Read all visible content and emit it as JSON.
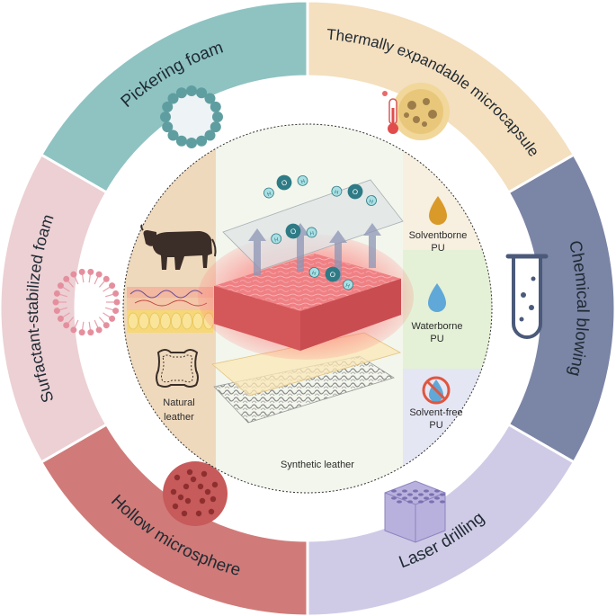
{
  "ring": {
    "segments": [
      {
        "label": "Pickering foam",
        "color": "#8ec3c2"
      },
      {
        "label": "Thermally expandable microcapsule",
        "color": "#f4dfbf"
      },
      {
        "label": "Chemical blowing",
        "color": "#7b85a6"
      },
      {
        "label": "Laser drilling",
        "color": "#cfcbe6"
      },
      {
        "label": "Hollow microsphere",
        "color": "#d07b79"
      },
      {
        "label": "Surfactant-stabilized foam",
        "color": "#ecd0d4"
      }
    ]
  },
  "center": {
    "natural_leather_line1": "Natural",
    "natural_leather_line2": "leather",
    "synthetic_leather": "Synthetic leather",
    "pu_types": [
      {
        "line1": "Solventborne",
        "line2": "PU"
      },
      {
        "line1": "Waterborne",
        "line2": "PU"
      },
      {
        "line1": "Solvent-free",
        "line2": "PU"
      }
    ],
    "water_molecule_atoms": [
      "H",
      "O",
      "H"
    ]
  }
}
